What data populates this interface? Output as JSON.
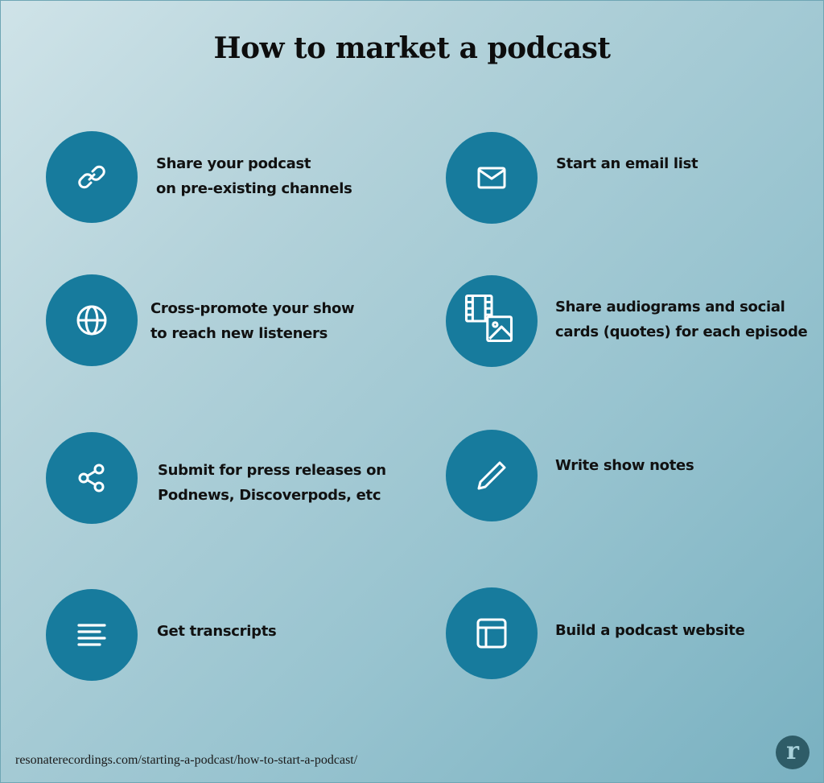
{
  "title": "How to market a podcast",
  "colors": {
    "circle": "#177b9d",
    "icon": "#ffffff",
    "text": "#111111",
    "logo": "#2e5c67"
  },
  "items": [
    {
      "icon": "link-icon",
      "lines": [
        "Share your podcast",
        "on pre-existing channels"
      ]
    },
    {
      "icon": "mail-icon",
      "lines": [
        "Start an email list"
      ]
    },
    {
      "icon": "globe-icon",
      "lines": [
        "Cross-promote your show",
        "to reach new listeners"
      ]
    },
    {
      "icon": "film-image-icon",
      "lines": [
        "Share audiograms and social",
        "cards (quotes) for each episode"
      ]
    },
    {
      "icon": "share-icon",
      "lines": [
        "Submit for press releases on",
        "Podnews, Discoverpods, etc"
      ]
    },
    {
      "icon": "pencil-icon",
      "lines": [
        "Write show notes"
      ]
    },
    {
      "icon": "text-lines-icon",
      "lines": [
        "Get transcripts"
      ]
    },
    {
      "icon": "layout-icon",
      "lines": [
        "Build a podcast website"
      ]
    }
  ],
  "footer": {
    "url": "resonaterecordings.com/starting-a-podcast/how-to-start-a-podcast/",
    "logo_letter": "r"
  }
}
